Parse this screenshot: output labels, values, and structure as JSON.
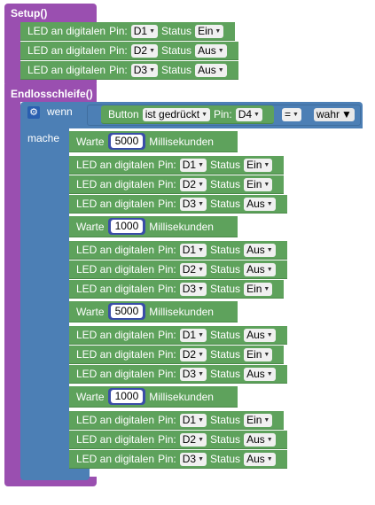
{
  "setup": {
    "label": "Setup()",
    "leds": [
      {
        "text": "LED an digitalen",
        "pin_label": "Pin:",
        "pin": "D1",
        "status_label": "Status",
        "status": "Ein"
      },
      {
        "text": "LED an digitalen",
        "pin_label": "Pin:",
        "pin": "D2",
        "status_label": "Status",
        "status": "Aus"
      },
      {
        "text": "LED an digitalen",
        "pin_label": "Pin:",
        "pin": "D3",
        "status_label": "Status",
        "status": "Aus"
      }
    ]
  },
  "loop": {
    "label": "Endlosschleife()",
    "if_label": "wenn",
    "do_label": "mache",
    "condition": {
      "button_label": "Button",
      "state": "ist gedrückt",
      "pin_label": "Pin:",
      "pin": "D4",
      "operator": "=",
      "value": "wahr"
    },
    "wait_label": "Warte",
    "ms_label": "Millisekunden",
    "groups": [
      {
        "wait": "5000",
        "leds": [
          {
            "text": "LED an digitalen",
            "pin_label": "Pin:",
            "pin": "D1",
            "status_label": "Status",
            "status": "Ein"
          },
          {
            "text": "LED an digitalen",
            "pin_label": "Pin:",
            "pin": "D2",
            "status_label": "Status",
            "status": "Ein"
          },
          {
            "text": "LED an digitalen",
            "pin_label": "Pin:",
            "pin": "D3",
            "status_label": "Status",
            "status": "Aus"
          }
        ]
      },
      {
        "wait": "1000",
        "leds": [
          {
            "text": "LED an digitalen",
            "pin_label": "Pin:",
            "pin": "D1",
            "status_label": "Status",
            "status": "Aus"
          },
          {
            "text": "LED an digitalen",
            "pin_label": "Pin:",
            "pin": "D2",
            "status_label": "Status",
            "status": "Aus"
          },
          {
            "text": "LED an digitalen",
            "pin_label": "Pin:",
            "pin": "D3",
            "status_label": "Status",
            "status": "Ein"
          }
        ]
      },
      {
        "wait": "5000",
        "leds": [
          {
            "text": "LED an digitalen",
            "pin_label": "Pin:",
            "pin": "D1",
            "status_label": "Status",
            "status": "Aus"
          },
          {
            "text": "LED an digitalen",
            "pin_label": "Pin:",
            "pin": "D2",
            "status_label": "Status",
            "status": "Ein"
          },
          {
            "text": "LED an digitalen",
            "pin_label": "Pin:",
            "pin": "D3",
            "status_label": "Status",
            "status": "Aus"
          }
        ]
      },
      {
        "wait": "1000",
        "leds": [
          {
            "text": "LED an digitalen",
            "pin_label": "Pin:",
            "pin": "D1",
            "status_label": "Status",
            "status": "Ein"
          },
          {
            "text": "LED an digitalen",
            "pin_label": "Pin:",
            "pin": "D2",
            "status_label": "Status",
            "status": "Aus"
          },
          {
            "text": "LED an digitalen",
            "pin_label": "Pin:",
            "pin": "D3",
            "status_label": "Status",
            "status": "Aus"
          }
        ]
      }
    ]
  },
  "icons": {
    "gear": "gear-icon",
    "dropdown": "dropdown-arrow-icon"
  },
  "colors": {
    "hat": "#9a4fb0",
    "control": "#4c7fb5",
    "led_block": "#5ea25c",
    "number": "#3a4da8"
  }
}
